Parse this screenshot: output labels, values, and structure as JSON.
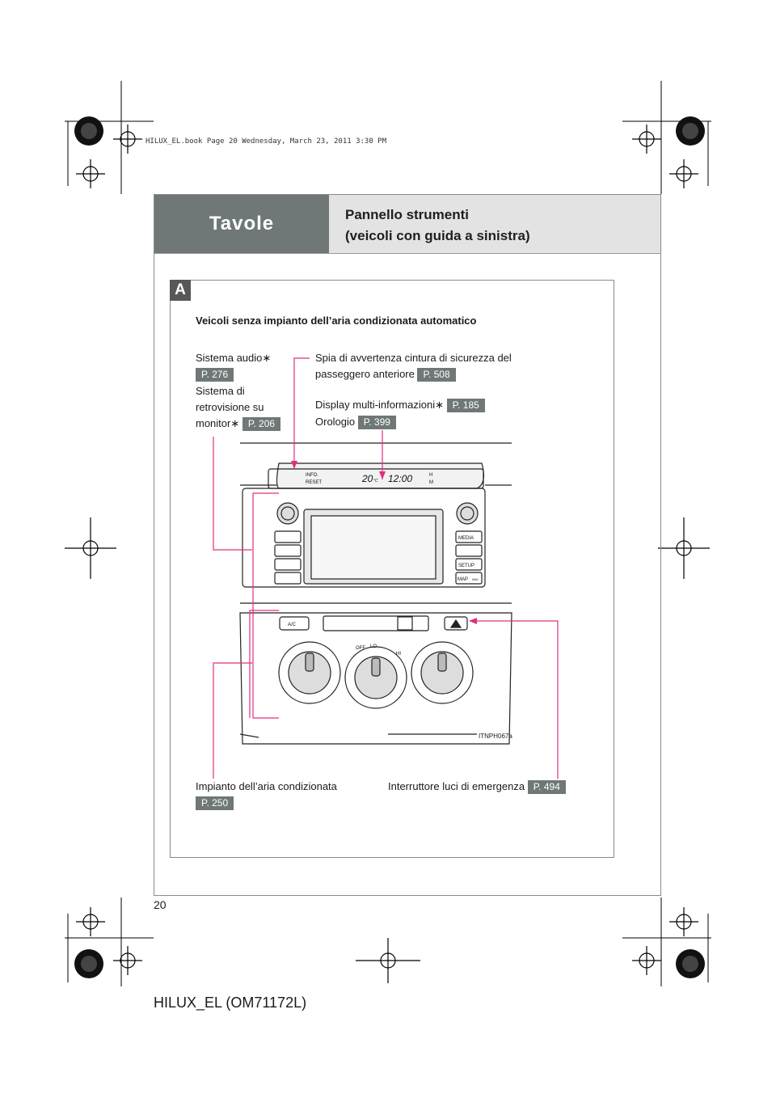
{
  "bookmark": "HILUX_EL.book  Page 20  Wednesday, March 23, 2011  3:30 PM",
  "header": {
    "tab": "Tavole",
    "title_line1": "Pannello strumenti",
    "title_line2": "(veicoli con guida a sinistra)"
  },
  "section": {
    "label": "A",
    "subtitle": "Veicoli senza impianto dell’aria condizionata automatico"
  },
  "callouts": {
    "audio": {
      "text": "Sistema audio",
      "mark": "∗",
      "ref": "P. 276"
    },
    "rearview": {
      "line1": "Sistema di",
      "line2": "retrovisione su",
      "line3": "monitor",
      "mark": "∗",
      "ref": "P. 206"
    },
    "seatbelt": {
      "line1": "Spia di avvertenza cintura di sicurezza del",
      "line2": "passeggero anteriore",
      "ref": "P. 508"
    },
    "multiinfo": {
      "text": "Display multi-informazioni",
      "mark": "∗",
      "ref": "P. 185"
    },
    "clock": {
      "text": "Orologio",
      "ref": "P. 399"
    },
    "aircon": {
      "text": "Impianto dell’aria condizionata",
      "ref": "P. 250"
    },
    "hazard": {
      "text": "Interruttore luci di emergenza",
      "ref": "P. 494"
    }
  },
  "panel": {
    "info": "INFO.",
    "reset": "RESET",
    "temp": "20",
    "temp_unit": "°C",
    "time": "12:00",
    "h": "H",
    "m": "M",
    "media": "MEDIA",
    "setup": "SETUP",
    "map": "MAP",
    "nav": "NAV",
    "ac": "A/C",
    "off": "OFF",
    "lo": "LO",
    "hi": "HI",
    "caption": "ITNPH067a"
  },
  "page_number": "20",
  "footer": "HILUX_EL (OM71172L)",
  "colors": {
    "callout_line": "#e0307f",
    "tab_bg": "#6f7877",
    "header_bg": "#e3e3e3"
  }
}
